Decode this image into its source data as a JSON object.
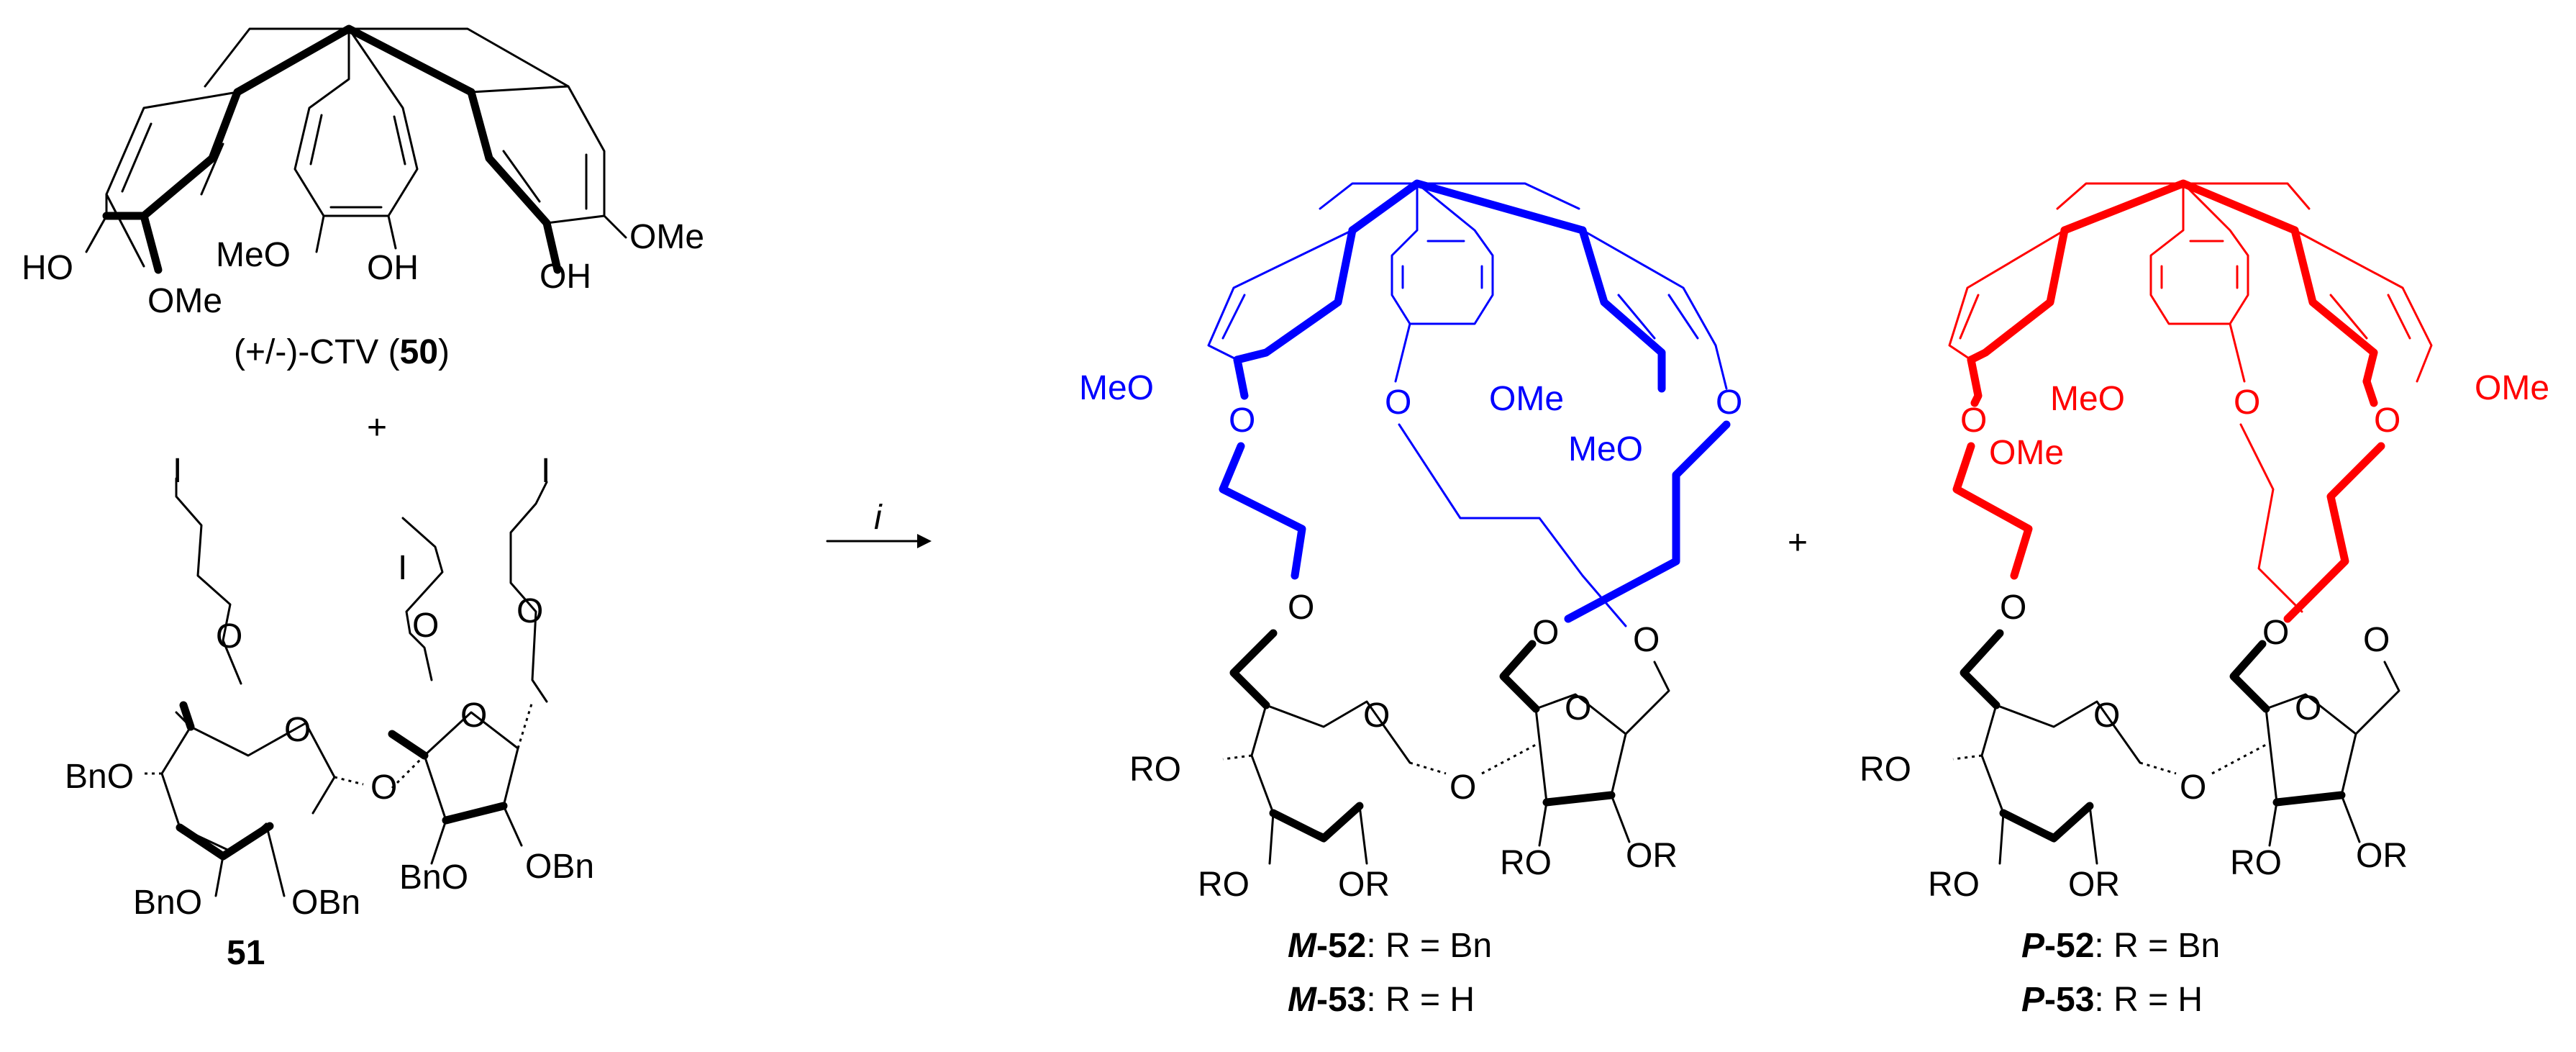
{
  "colors": {
    "black": "#000000",
    "blue": "#0000ff",
    "red": "#ff0000"
  },
  "ctv": {
    "label_main": "(+/-)-CTV (",
    "label_num": "50",
    "label_close": ")",
    "atoms": {
      "HO_left": "HO",
      "OMe_left": "OMe",
      "MeO_mid": "MeO",
      "OH_mid": "OH",
      "OH_right": "OH",
      "OMe_right": "OMe"
    }
  },
  "plus_left": "+",
  "sucrose": {
    "label": "51",
    "atoms": {
      "I1": "I",
      "I2": "I",
      "I3": "I",
      "O_chain1": "O",
      "O_chain2": "O",
      "O_chain3": "O",
      "O_ring_glc": "O",
      "O_ring_fru": "O",
      "O_glyco": "O",
      "BnO_4": "BnO",
      "BnO_3": "BnO",
      "OBn_2": "OBn",
      "OBn_fru3": "OBn",
      "BnO_fru4": "BnO"
    }
  },
  "arrow": {
    "reagent": "i"
  },
  "product_m": {
    "label1_bold": "M",
    "label1_num": "-52",
    "label1_rest": ": R = Bn",
    "label2_bold": "M",
    "label2_num": "-53",
    "label2_rest": ": R = H",
    "atoms": {
      "MeO_left": "MeO",
      "O_left": "O",
      "O_mid": "O",
      "OMe_mid": "OMe",
      "MeO_right": "MeO",
      "O_right": "O",
      "O_link1": "O",
      "O_link2": "O",
      "O_link3": "O",
      "O_ring_glc": "O",
      "O_ring_fru": "O",
      "O_glyco": "O",
      "RO_4": "RO",
      "RO_3": "RO",
      "OR_2": "OR",
      "RO_fru": "RO",
      "OR_fru": "OR"
    }
  },
  "plus_right": "+",
  "product_p": {
    "label1_bold": "P",
    "label1_num": "-52",
    "label1_rest": ": R = Bn",
    "label2_bold": "P",
    "label2_num": "-53",
    "label2_rest": ": R = H",
    "atoms": {
      "O_left": "O",
      "OMe_left": "OMe",
      "MeO_mid": "MeO",
      "O_mid": "O",
      "O_right": "O",
      "OMe_right": "OMe",
      "O_link1": "O",
      "O_link2": "O",
      "O_link3": "O",
      "O_ring_glc": "O",
      "O_ring_fru": "O",
      "O_glyco": "O",
      "RO_4": "RO",
      "RO_3": "RO",
      "OR_2": "OR",
      "RO_fru": "RO",
      "OR_fru": "OR"
    }
  }
}
